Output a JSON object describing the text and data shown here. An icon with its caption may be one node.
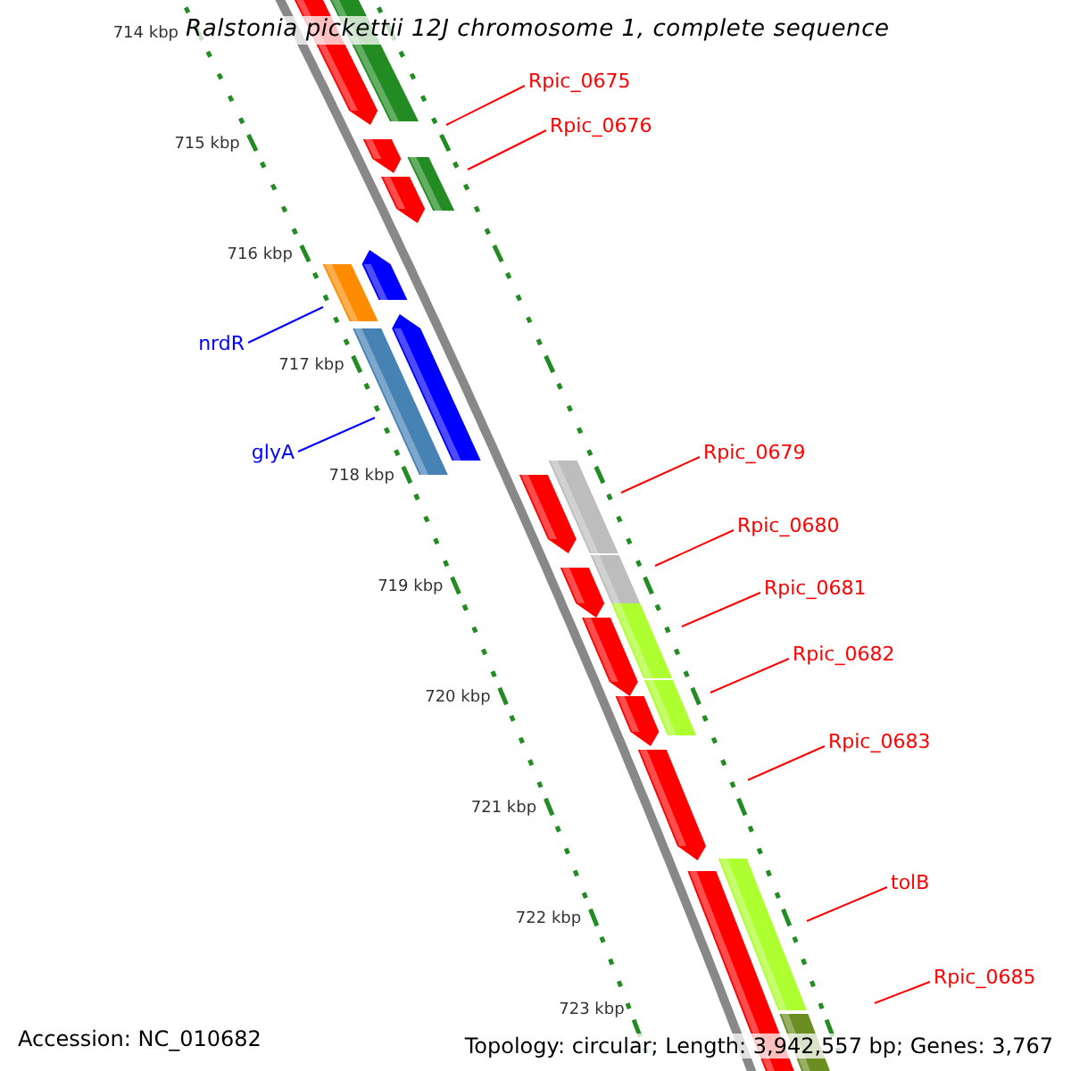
{
  "diagram": {
    "title": "Ralstonia pickettii 12J chromosome 1, complete sequence",
    "nodes": [
      {
        "text": [
          "Rpic_0675"
        ]
      },
      {
        "text": [
          "Rpic_0676"
        ]
      },
      {
        "text": [
          "nrdR"
        ]
      },
      {
        "text": [
          "glyA"
        ]
      },
      {
        "text": [
          "Rpic_0679"
        ]
      },
      {
        "text": [
          "Rpic_0680"
        ]
      },
      {
        "text": [
          "Rpic_0681"
        ]
      },
      {
        "text": [
          "Rpic_0682"
        ]
      },
      {
        "text": [
          "Rpic_0683"
        ]
      },
      {
        "text": [
          "tolB"
        ]
      },
      {
        "text": [
          "Rpic_0685"
        ]
      }
    ],
    "edges": [
      {
        "from": 0,
        "to": null,
        "arrow": "none"
      },
      {
        "from": 1,
        "to": null,
        "arrow": "none"
      },
      {
        "from": 2,
        "to": null,
        "arrow": "none",
        "color": "#0000ff"
      },
      {
        "from": 3,
        "to": null,
        "arrow": "none",
        "color": "#0000ff"
      },
      {
        "from": 4,
        "to": null,
        "arrow": "none"
      },
      {
        "from": 5,
        "to": null,
        "arrow": "none"
      },
      {
        "from": 6,
        "to": null,
        "arrow": "none"
      },
      {
        "from": 7,
        "to": null,
        "arrow": "none"
      },
      {
        "from": 8,
        "to": null,
        "arrow": "none"
      },
      {
        "from": 9,
        "to": null,
        "arrow": "none"
      },
      {
        "from": 10,
        "to": null,
        "arrow": "none"
      }
    ],
    "labels": [
      "714 kbp",
      "715 kbp",
      "716 kbp",
      "717 kbp",
      "718 kbp",
      "719 kbp",
      "720 kbp",
      "721 kbp",
      "722 kbp",
      "723 kbp",
      "Accession: NC_010682",
      "Topology: circular; Length: 3,942,557 bp; Genes: 3,767"
    ]
  }
}
